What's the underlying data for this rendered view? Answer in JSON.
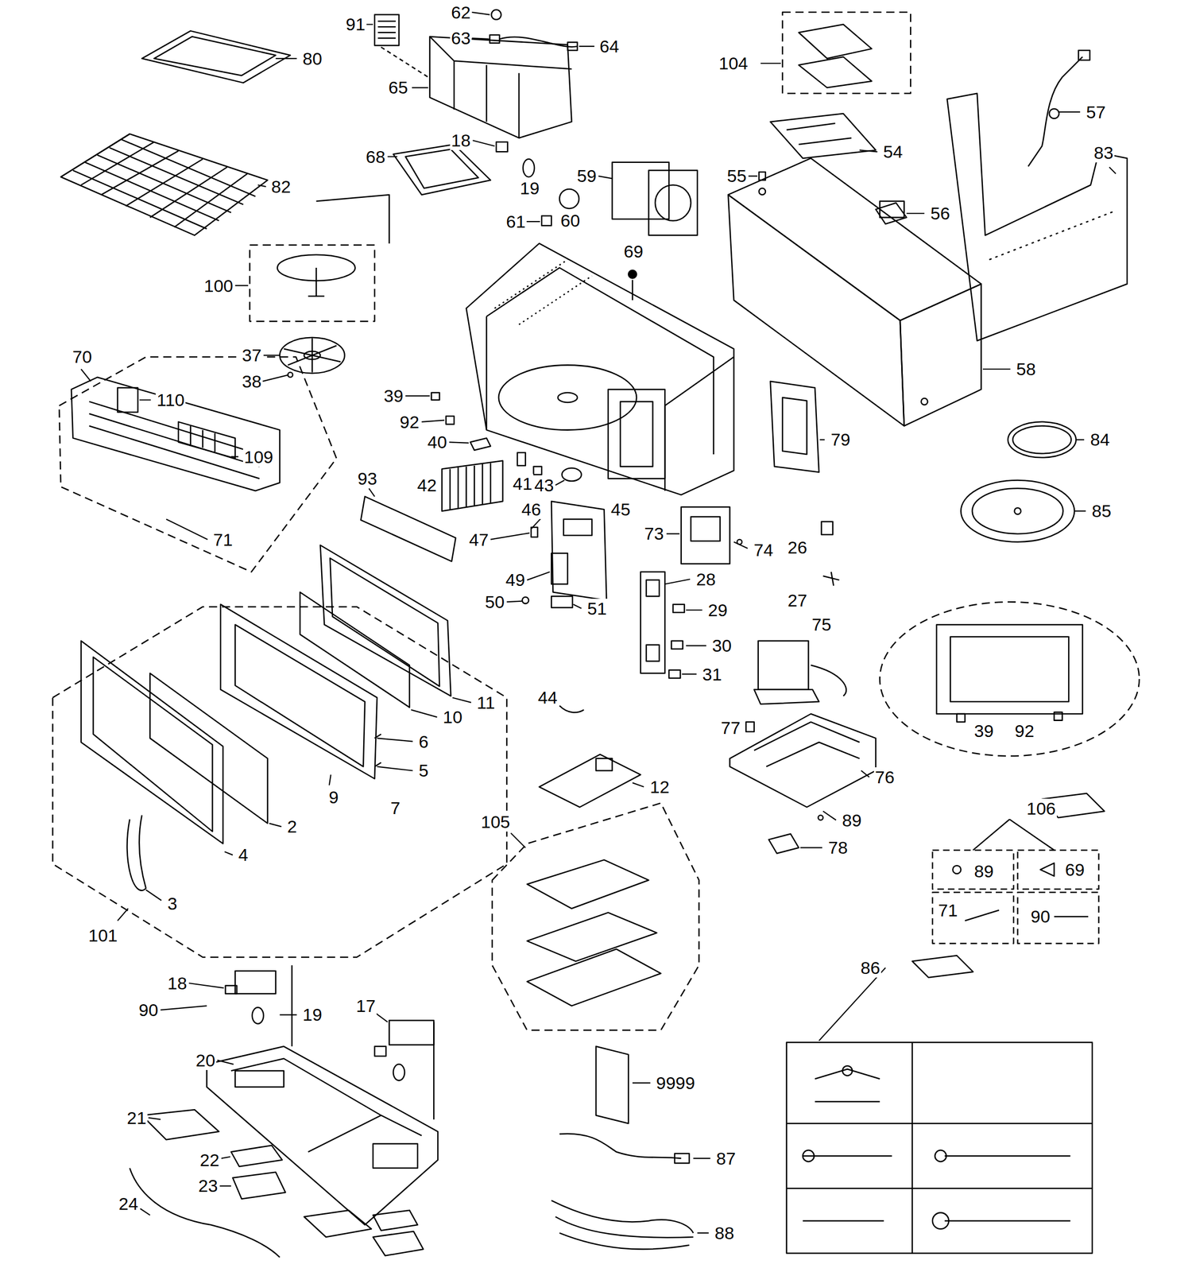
{
  "diagram": {
    "labels": [
      "91",
      "62",
      "63",
      "64",
      "104",
      "80",
      "65",
      "57",
      "83",
      "18",
      "68",
      "54",
      "19",
      "59",
      "55",
      "82",
      "60",
      "56",
      "61",
      "69",
      "100",
      "37",
      "70",
      "58",
      "38",
      "39",
      "110",
      "92",
      "79",
      "84",
      "40",
      "109",
      "93",
      "41",
      "43",
      "42",
      "85",
      "46",
      "45",
      "26",
      "73",
      "47",
      "71",
      "74",
      "27",
      "28",
      "49",
      "29",
      "50",
      "51",
      "75",
      "30",
      "31",
      "11",
      "10",
      "44",
      "77",
      "39",
      "92",
      "6",
      "5",
      "76",
      "12",
      "7",
      "9",
      "106",
      "2",
      "89",
      "105",
      "4",
      "78",
      "89",
      "69",
      "3",
      "71",
      "90",
      "101",
      "86",
      "18",
      "17",
      "90",
      "19",
      "20",
      "9999",
      "21",
      "22",
      "87",
      "23",
      "24",
      "88"
    ]
  }
}
